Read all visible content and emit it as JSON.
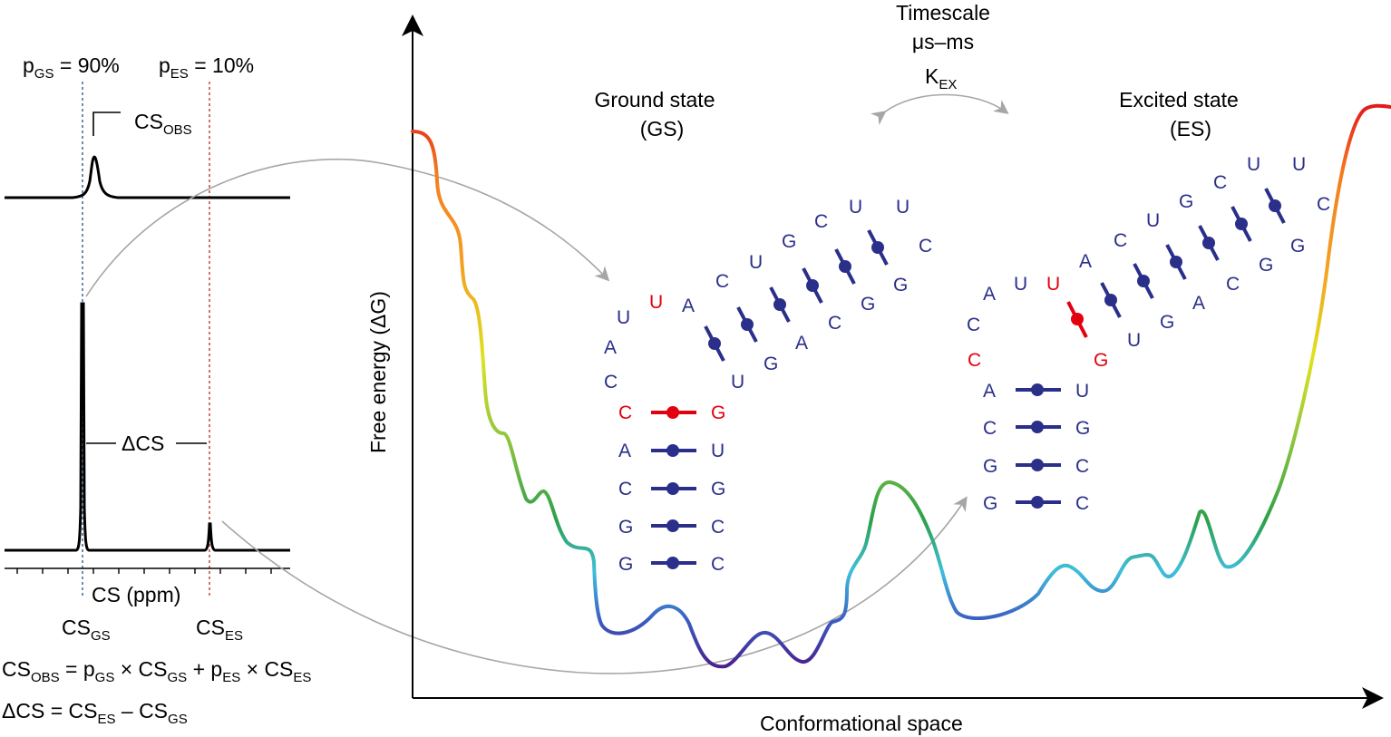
{
  "colors": {
    "navy": "#2a2f8a",
    "red": "#e3000f",
    "gray_arrow": "#a6a6a6",
    "gs_line": "#2c5f8a",
    "es_line": "#c0392b"
  },
  "spectrum": {
    "p_gs_base": "p",
    "p_gs_sub": "GS",
    "p_gs_val": " = 90%",
    "p_es_base": "p",
    "p_es_sub": "ES",
    "p_es_val": " = 10%",
    "cs_obs_base": "CS",
    "cs_obs_sub": "OBS",
    "delta_cs": "ΔCS",
    "axis_label": "CS (ppm)",
    "cs_gs_base": "CS",
    "cs_gs_sub": "GS",
    "cs_es_base": "CS",
    "cs_es_sub": "ES"
  },
  "equations": {
    "eq1": {
      "a": "CS",
      "a_sub": "OBS",
      "b": " = p",
      "b_sub": "GS",
      "c": " × CS",
      "c_sub": "GS",
      "d": " + p",
      "d_sub": "ES",
      "e": " × CS",
      "e_sub": "ES"
    },
    "eq2": {
      "a": "ΔCS = CS",
      "a_sub": "ES",
      "b": " – CS",
      "b_sub": "GS"
    }
  },
  "landscape": {
    "y_axis_label": "Free energy (ΔG)",
    "x_axis_label": "Conformational space",
    "timescale_title": "Timescale",
    "timescale_range": "μs–ms",
    "kex_base": "K",
    "kex_sub": "EX",
    "ground_state_line1": "Ground state",
    "ground_state_line2": "(GS)",
    "excited_state_line1": "Excited state",
    "excited_state_line2": "(ES)"
  },
  "ground_state_rna": {
    "left_loop": [
      "C",
      "A",
      "U",
      "U"
    ],
    "left_stem": [
      "C",
      "A",
      "C",
      "G",
      "G"
    ],
    "right_stem": [
      "G",
      "U",
      "G",
      "C",
      "C"
    ],
    "top_left": [
      "A",
      "C",
      "U",
      "G",
      "C",
      "U"
    ],
    "top_right": [
      "U",
      "G",
      "A",
      "C",
      "G",
      "G",
      "C"
    ],
    "top_apex": "U"
  },
  "excited_state_rna": {
    "left_loop": [
      "C",
      "A",
      "U",
      "U"
    ],
    "left_stem": [
      "A",
      "C",
      "G",
      "G"
    ],
    "right_stem": [
      "U",
      "G",
      "C",
      "C"
    ],
    "red_left": "C",
    "red_right": "G",
    "top_left": [
      "A",
      "C",
      "U",
      "G",
      "C",
      "U"
    ],
    "top_right": [
      "U",
      "G",
      "A",
      "C",
      "G",
      "G",
      "C"
    ],
    "top_apex": "U"
  }
}
